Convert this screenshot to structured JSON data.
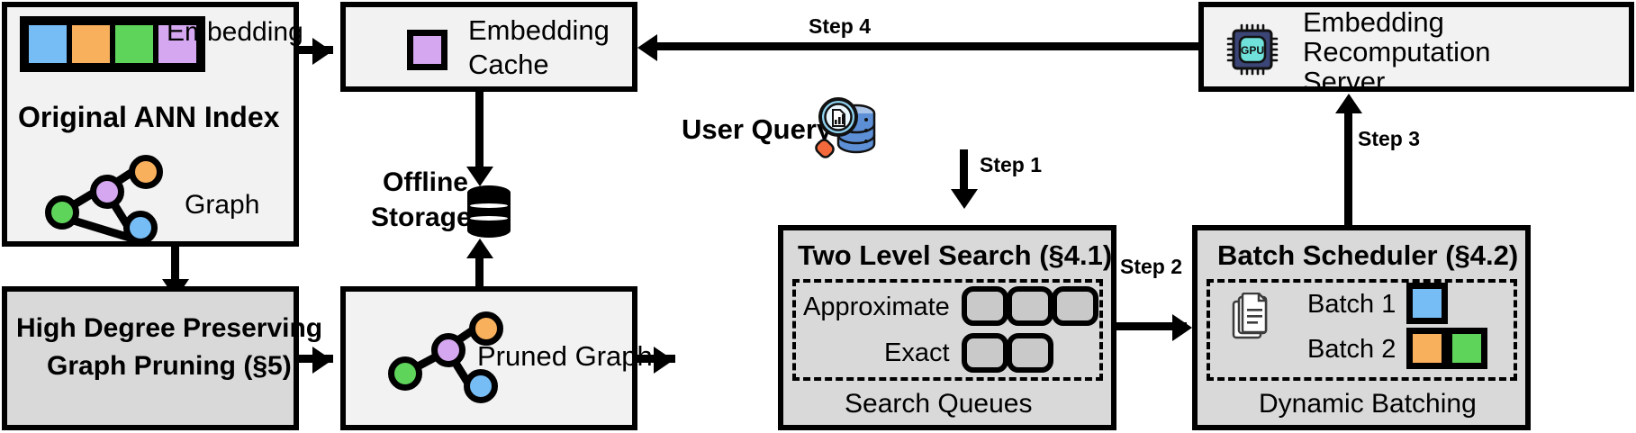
{
  "diagram": {
    "title": "Vector search system architecture with embedding cache and recomputation",
    "colors": {
      "blue": "#77BDF5",
      "orange": "#F9B05C",
      "green": "#5FD45B",
      "purple": "#D4A7F0",
      "box_light": "#F2F2F2",
      "box_grey": "#D9D9D9",
      "outline": "#000000",
      "gpu_chip": "#3B4576",
      "gpu_core": "#6FE0DA",
      "db_icon_blue": "#5C8FD6"
    }
  },
  "original_ann_index": {
    "title": "Original ANN Index",
    "embedding_label": "Embedding",
    "graph_label": "Graph",
    "embedding_cells": [
      "blue",
      "orange",
      "green",
      "purple"
    ],
    "graph_nodes": [
      "orange",
      "purple",
      "green",
      "blue"
    ],
    "graph_edges": [
      "green-purple",
      "purple-orange",
      "purple-blue",
      "green-blue"
    ]
  },
  "pruning_box": {
    "line1": "High Degree Preserving",
    "line2": "Graph Pruning (§5)"
  },
  "embedding_cache": {
    "line1": "Embedding",
    "line2": "Cache",
    "swatch_color": "purple"
  },
  "offline_storage": {
    "line1": "Offline",
    "line2": "Storage",
    "icon": "database-cylinder-icon"
  },
  "pruned_graph": {
    "label": "Pruned Graph",
    "graph_nodes": [
      "orange",
      "purple",
      "green",
      "blue"
    ],
    "graph_edges": [
      "green-purple",
      "purple-orange",
      "purple-blue"
    ]
  },
  "user_query": {
    "label": "User Query",
    "icon": "data-search-icon"
  },
  "two_level_search": {
    "title": "Two Level Search (§4.1)",
    "footer": "Search Queues",
    "rows": [
      {
        "label": "Approximate",
        "slots": 3
      },
      {
        "label": "Exact",
        "slots": 2
      }
    ]
  },
  "batch_scheduler": {
    "title": "Batch Scheduler (§4.2)",
    "footer": "Dynamic Batching",
    "icon": "document-stack-icon",
    "batches": [
      {
        "label": "Batch 1",
        "items": [
          "blue"
        ]
      },
      {
        "label": "Batch 2",
        "items": [
          "orange",
          "green"
        ]
      }
    ]
  },
  "recomputation_server": {
    "line1": "Embedding",
    "line2": "Recomputation",
    "line3": "Server",
    "icon": "gpu-chip-icon",
    "icon_label": "GPU"
  },
  "steps": {
    "step1": "Step 1",
    "step2": "Step 2",
    "step3": "Step 3",
    "step4": "Step 4"
  }
}
